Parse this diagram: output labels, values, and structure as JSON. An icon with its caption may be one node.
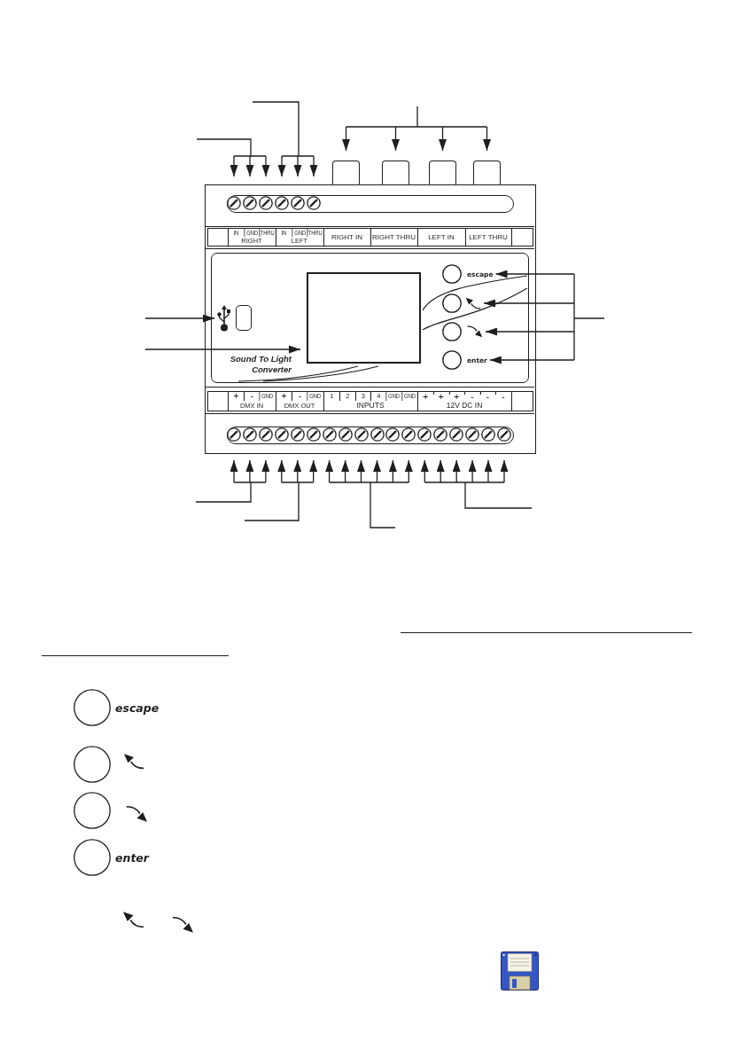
{
  "diagram": {
    "nodes": [
      {
        "text": [],
        "shape": "circle"
      },
      {
        "text": [],
        "shape": "circle"
      },
      {
        "text": [],
        "shape": "circle"
      },
      {
        "text": [],
        "shape": "circle"
      },
      {
        "text": [],
        "shape": "circle"
      },
      {
        "text": [],
        "shape": "circle"
      },
      {
        "text": [],
        "shape": "box"
      },
      {
        "text": [],
        "shape": "box"
      },
      {
        "text": [],
        "shape": "box"
      },
      {
        "text": [],
        "shape": "box"
      },
      {
        "text": [
          "Sound To Light Converter"
        ]
      },
      {
        "text": [],
        "shape": "box",
        "in": 10
      },
      {
        "text": [],
        "shape": "box",
        "in": 10
      },
      {
        "text": [],
        "shape": "circle",
        "in": 10,
        "beside": [
          "escape"
        ]
      },
      {
        "text": [],
        "shape": "circle",
        "in": 10
      },
      {
        "text": [],
        "shape": "circle",
        "in": 10
      },
      {
        "text": [],
        "shape": "circle",
        "in": 10,
        "beside": [
          "enter"
        ]
      },
      {
        "text": [],
        "shape": "circle"
      },
      {
        "text": [],
        "shape": "circle"
      },
      {
        "text": [],
        "shape": "circle"
      },
      {
        "text": [],
        "shape": "circle"
      },
      {
        "text": [],
        "shape": "circle"
      },
      {
        "text": [],
        "shape": "circle"
      },
      {
        "text": [],
        "shape": "circle"
      },
      {
        "text": [],
        "shape": "circle"
      },
      {
        "text": [],
        "shape": "circle"
      },
      {
        "text": [],
        "shape": "circle"
      },
      {
        "text": [],
        "shape": "circle"
      },
      {
        "text": [],
        "shape": "circle"
      },
      {
        "text": [],
        "shape": "circle"
      },
      {
        "text": [],
        "shape": "circle"
      },
      {
        "text": [],
        "shape": "circle"
      },
      {
        "text": [],
        "shape": "circle"
      },
      {
        "text": [],
        "shape": "circle"
      },
      {
        "text": [],
        "shape": "circle"
      },
      {
        "text": [],
        "shape": "circle",
        "beside": [
          "escape"
        ]
      },
      {
        "text": [],
        "shape": "circle"
      },
      {
        "text": [],
        "shape": "circle"
      },
      {
        "text": [],
        "shape": "circle",
        "beside": [
          "enter"
        ]
      }
    ],
    "edges": [
      {
        "from": null,
        "to": 0,
        "arrow": "to"
      },
      {
        "from": null,
        "to": 1,
        "arrow": "to"
      },
      {
        "from": null,
        "to": 2,
        "arrow": "to"
      },
      {
        "from": null,
        "to": 3,
        "arrow": "to"
      },
      {
        "from": null,
        "to": 4,
        "arrow": "to"
      },
      {
        "from": null,
        "to": 5,
        "arrow": "to"
      },
      {
        "from": null,
        "to": 6,
        "arrow": "to"
      },
      {
        "from": null,
        "to": 7,
        "arrow": "to"
      },
      {
        "from": null,
        "to": 8,
        "arrow": "to"
      },
      {
        "from": null,
        "to": 9,
        "arrow": "to"
      },
      {
        "from": null,
        "to": 11,
        "arrow": "to"
      },
      {
        "from": null,
        "to": 12,
        "arrow": "to"
      },
      {
        "from": null,
        "to": 13,
        "arrow": "to"
      },
      {
        "from": null,
        "to": 14,
        "arrow": "to"
      },
      {
        "from": null,
        "to": 15,
        "arrow": "to"
      },
      {
        "from": null,
        "to": 16,
        "arrow": "to"
      },
      {
        "from": null,
        "to": 17,
        "arrow": "to"
      },
      {
        "from": null,
        "to": 18,
        "arrow": "to"
      },
      {
        "from": null,
        "to": 19,
        "arrow": "to"
      },
      {
        "from": null,
        "to": 20,
        "arrow": "to"
      },
      {
        "from": null,
        "to": 21,
        "arrow": "to"
      },
      {
        "from": null,
        "to": 22,
        "arrow": "to"
      },
      {
        "from": null,
        "to": 23,
        "arrow": "to"
      },
      {
        "from": null,
        "to": 24,
        "arrow": "to"
      },
      {
        "from": null,
        "to": 25,
        "arrow": "to"
      },
      {
        "from": null,
        "to": 26,
        "arrow": "to"
      },
      {
        "from": null,
        "to": 27,
        "arrow": "to"
      },
      {
        "from": null,
        "to": 28,
        "arrow": "to"
      },
      {
        "from": null,
        "to": 29,
        "arrow": "to"
      },
      {
        "from": null,
        "to": 30,
        "arrow": "to"
      },
      {
        "from": null,
        "to": 31,
        "arrow": "to"
      },
      {
        "from": null,
        "to": 32,
        "arrow": "to"
      },
      {
        "from": null,
        "to": 33,
        "arrow": "to"
      },
      {
        "from": null,
        "to": 34,
        "arrow": "to"
      }
    ],
    "labels": [
      "IN",
      "GND",
      "THRU",
      "RIGHT",
      "IN",
      "GND",
      "THRU",
      "LEFT",
      "RIGHT IN",
      "RIGHT THRU",
      "LEFT IN",
      "LEFT THRU",
      "+",
      "-",
      "GND",
      "DMX IN",
      "+",
      "-",
      "GND",
      "DMX OUT",
      "1",
      "2",
      "3",
      "4",
      "GND",
      "GND",
      "INPUTS",
      "+",
      "+",
      "+",
      "-",
      "-",
      "-",
      "12V DC IN"
    ]
  }
}
